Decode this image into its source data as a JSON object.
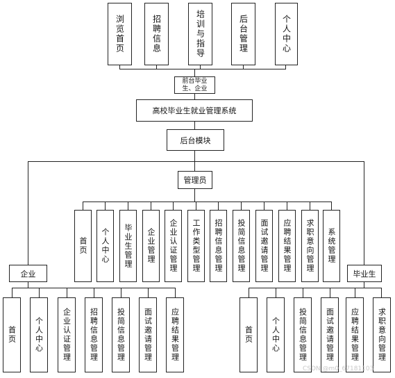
{
  "frontend_modules": [
    "浏览首页",
    "招聘信息",
    "培训与指导",
    "后台管理",
    "个人中心"
  ],
  "frontend_role": "前台毕业生、企业",
  "system_title": "高校毕业生就业管理系统",
  "backend_module": "后台模块",
  "admin": {
    "label": "管理员",
    "modules": [
      "首页",
      "个人中心",
      "毕业生管理",
      "企业管理",
      "企业认证管理",
      "工作类型管理",
      "招聘信息管理",
      "投简信息管理",
      "面试邀请管理",
      "应聘结果管理",
      "求职意向管理",
      "系统管理"
    ]
  },
  "enterprise": {
    "label": "企业",
    "modules": [
      "首页",
      "个人中心",
      "企业认证管理",
      "招聘信息管理",
      "投简信息管理",
      "面试邀请管理",
      "应聘结果管理"
    ]
  },
  "graduate": {
    "label": "毕业生",
    "modules": [
      "首页",
      "个人中心",
      "投简信息管理",
      "面试邀请管理",
      "应聘结果管理",
      "求职意向管理"
    ]
  },
  "watermark": "CSDN @m0_67181103",
  "colors": {
    "line": "#222222",
    "text": "#111111",
    "watermark": "#c8c8c8"
  }
}
